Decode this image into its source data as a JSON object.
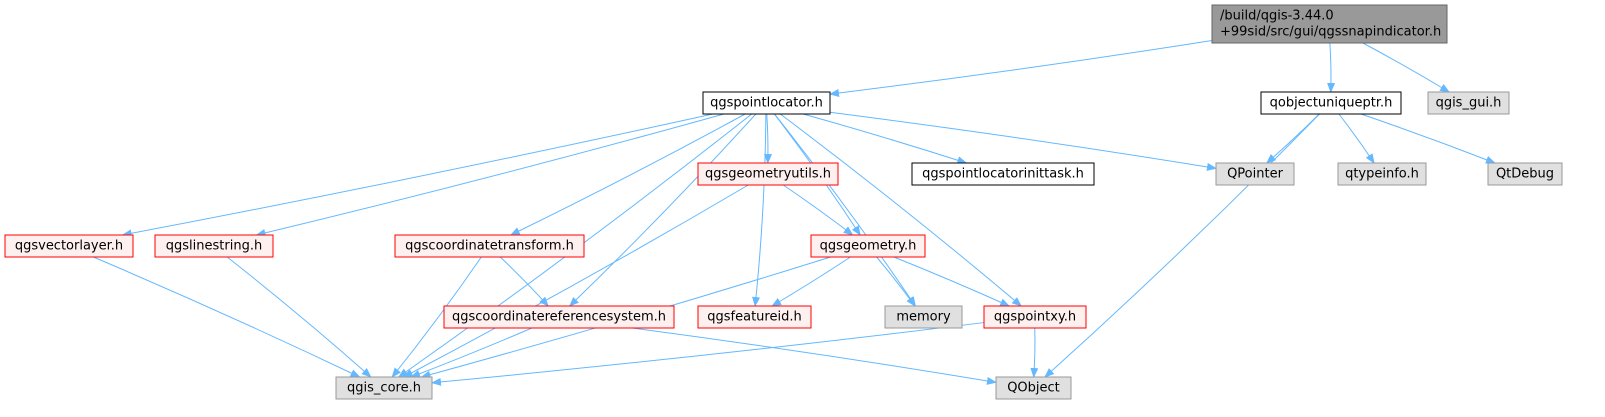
{
  "colors": {
    "edge": "#63b8ff",
    "root_fill": "#999999",
    "root_border": "#666666",
    "linked_border": "#000000",
    "missing_border": "#ff0000",
    "missing_fill": "#fff0f0",
    "system_fill": "#e0e0e0",
    "system_border": "#999999"
  },
  "nodes": [
    {
      "id": "root",
      "kind": "root",
      "lines": [
        "/build/qgis-3.44.0",
        "+99sid/src/gui/qgssnapindicator.h"
      ]
    },
    {
      "id": "qgspointlocator",
      "kind": "linked",
      "lines": [
        "qgspointlocator.h"
      ]
    },
    {
      "id": "qobjectuniqueptr",
      "kind": "linked",
      "lines": [
        "qobjectuniqueptr.h"
      ]
    },
    {
      "id": "qgis_gui",
      "kind": "system",
      "lines": [
        "qgis_gui.h"
      ]
    },
    {
      "id": "qgsgeometryutils",
      "kind": "missing",
      "lines": [
        "qgsgeometryutils.h"
      ]
    },
    {
      "id": "qgspointlocatorinittask",
      "kind": "linked",
      "lines": [
        "qgspointlocatorinittask.h"
      ]
    },
    {
      "id": "qpointer",
      "kind": "system",
      "lines": [
        "QPointer"
      ]
    },
    {
      "id": "qtypeinfo",
      "kind": "system",
      "lines": [
        "qtypeinfo.h"
      ]
    },
    {
      "id": "qtdebug",
      "kind": "system",
      "lines": [
        "QtDebug"
      ]
    },
    {
      "id": "qgsvectorlayer",
      "kind": "missing",
      "lines": [
        "qgsvectorlayer.h"
      ]
    },
    {
      "id": "qgslinestring",
      "kind": "missing",
      "lines": [
        "qgslinestring.h"
      ]
    },
    {
      "id": "qgscoordinatetransform",
      "kind": "missing",
      "lines": [
        "qgscoordinatetransform.h"
      ]
    },
    {
      "id": "qgsgeometry",
      "kind": "missing",
      "lines": [
        "qgsgeometry.h"
      ]
    },
    {
      "id": "qgscoordinatereferencesystem",
      "kind": "missing",
      "lines": [
        "qgscoordinatereferencesystem.h"
      ]
    },
    {
      "id": "qgsfeatureid",
      "kind": "missing",
      "lines": [
        "qgsfeatureid.h"
      ]
    },
    {
      "id": "memory",
      "kind": "system",
      "lines": [
        "memory"
      ]
    },
    {
      "id": "qgspointxy",
      "kind": "missing",
      "lines": [
        "qgspointxy.h"
      ]
    },
    {
      "id": "qgis_core",
      "kind": "system",
      "lines": [
        "qgis_core.h"
      ]
    },
    {
      "id": "qobject",
      "kind": "system",
      "lines": [
        "QObject"
      ]
    }
  ],
  "edges": [
    [
      "root",
      "qgspointlocator"
    ],
    [
      "root",
      "qobjectuniqueptr"
    ],
    [
      "root",
      "qgis_gui"
    ],
    [
      "qgspointlocator",
      "qgsvectorlayer"
    ],
    [
      "qgspointlocator",
      "qgslinestring"
    ],
    [
      "qgspointlocator",
      "qgis_core"
    ],
    [
      "qgspointlocator",
      "qgscoordinatetransform"
    ],
    [
      "qgspointlocator",
      "qgscoordinatereferencesystem"
    ],
    [
      "qgspointlocator",
      "qgsfeatureid"
    ],
    [
      "qgspointlocator",
      "qgsgeometryutils"
    ],
    [
      "qgspointlocator",
      "qgsgeometry"
    ],
    [
      "qgspointlocator",
      "qgspointlocatorinittask"
    ],
    [
      "qgspointlocator",
      "memory"
    ],
    [
      "qgspointlocator",
      "qgspointxy"
    ],
    [
      "qgspointlocator",
      "qpointer"
    ],
    [
      "qobjectuniqueptr",
      "qpointer"
    ],
    [
      "qobjectuniqueptr",
      "qtypeinfo"
    ],
    [
      "qobjectuniqueptr",
      "qtdebug"
    ],
    [
      "qobjectuniqueptr",
      "qobject"
    ],
    [
      "qgsgeometryutils",
      "qgis_core"
    ],
    [
      "qgsgeometryutils",
      "qgsgeometry"
    ],
    [
      "qgsvectorlayer",
      "qgis_core"
    ],
    [
      "qgslinestring",
      "qgis_core"
    ],
    [
      "qgscoordinatetransform",
      "qgis_core"
    ],
    [
      "qgscoordinatetransform",
      "qgscoordinatereferencesystem"
    ],
    [
      "qgsgeometry",
      "qgsfeatureid"
    ],
    [
      "qgsgeometry",
      "memory"
    ],
    [
      "qgsgeometry",
      "qgspointxy"
    ],
    [
      "qgsgeometry",
      "qgis_core"
    ],
    [
      "qgscoordinatereferencesystem",
      "qgis_core"
    ],
    [
      "qgscoordinatereferencesystem",
      "qobject"
    ],
    [
      "qgspointxy",
      "qgis_core"
    ],
    [
      "qgspointxy",
      "qobject"
    ]
  ]
}
